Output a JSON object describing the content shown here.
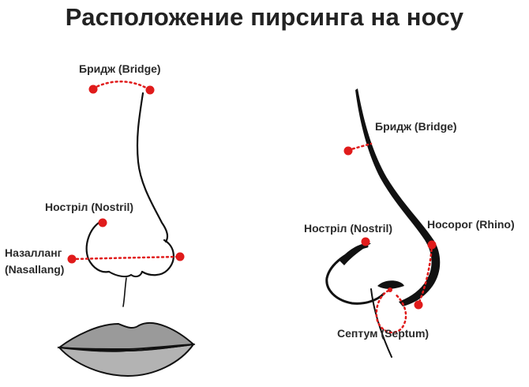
{
  "title": "Расположение пирсинга на носу",
  "front_view": {
    "bridge_label": "Бридж (Bridge)",
    "nostril_label": "Ностріл (Nostril)",
    "nasallang_label_line1": "Назалланг",
    "nasallang_label_line2": "(Nasallang)"
  },
  "side_view": {
    "bridge_label": "Бридж (Bridge)",
    "nostril_label": "Ностріл (Nostril)",
    "rhino_label": "Носорог (Rhino)",
    "septum_label": "Септум (Septum)"
  },
  "colors": {
    "marker": "#e01b1b",
    "ink": "#111111",
    "lips": "#9a9a9a"
  }
}
